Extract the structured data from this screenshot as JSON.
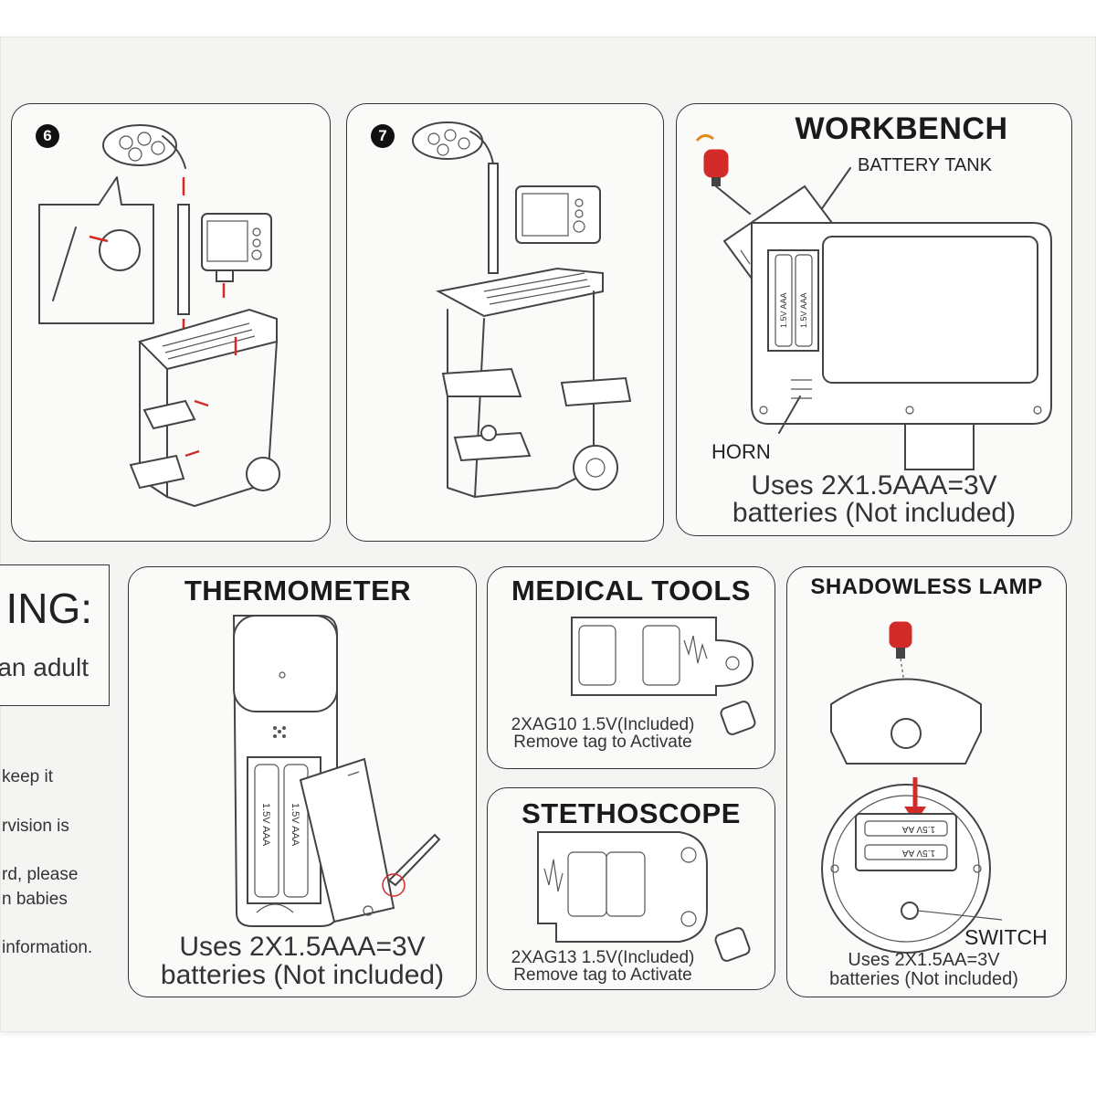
{
  "steps": [
    {
      "number": "6"
    },
    {
      "number": "7"
    }
  ],
  "workbench": {
    "title": "WORKBENCH",
    "battery_tank_label": "BATTERY TANK",
    "horn_label": "HORN",
    "battery_label": "1.5V AAA",
    "caption_line1": "Uses 2X1.5AAA=3V",
    "caption_line2": "batteries (Not included)"
  },
  "warning": {
    "heading_fragment": "ING:",
    "subheading_fragment": "an adult",
    "lines": [
      "keep it",
      "rvision is",
      "rd, please",
      "n babies",
      "information."
    ]
  },
  "thermometer": {
    "title": "THERMOMETER",
    "battery_label": "1.5V AAA",
    "caption_line1": "Uses 2X1.5AAA=3V",
    "caption_line2": "batteries (Not included)"
  },
  "medical_tools": {
    "title": "MEDICAL TOOLS",
    "caption_line1": "2XAG10 1.5V(Included)",
    "caption_line2": "Remove tag to Activate"
  },
  "stethoscope": {
    "title": "STETHOSCOPE",
    "caption_line1": "2XAG13 1.5V(Included)",
    "caption_line2": "Remove tag to Activate"
  },
  "shadowless_lamp": {
    "title": "SHADOWLESS LAMP",
    "battery_label": "1.5V AA",
    "switch_label": "SWITCH",
    "caption_line1": "Uses 2X1.5AA=3V",
    "caption_line2": "batteries (Not included)"
  },
  "colors": {
    "accent_red": "#d32a2a",
    "line": "#444444",
    "panel_bg": "#fafaf8"
  }
}
